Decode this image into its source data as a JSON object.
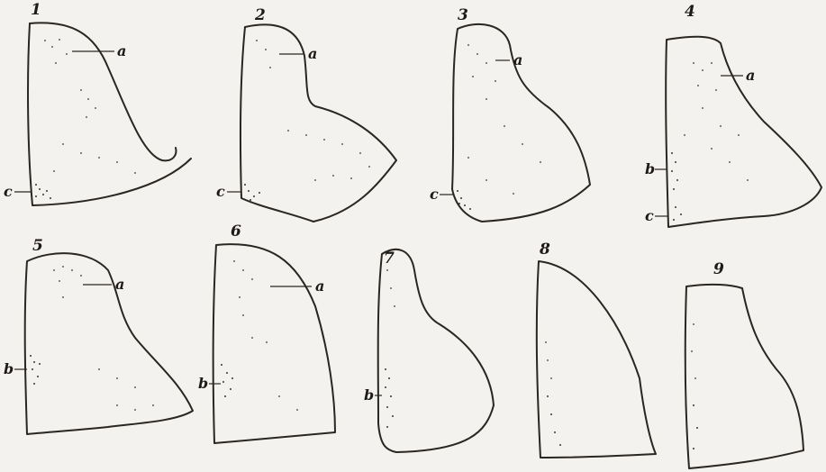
{
  "figures": [
    {
      "number": "1",
      "labels": {
        "a": "a",
        "c": "c"
      }
    },
    {
      "number": "2",
      "labels": {
        "a": "a",
        "c": "c"
      }
    },
    {
      "number": "3",
      "labels": {
        "a": "a",
        "c": "c"
      }
    },
    {
      "number": "4",
      "labels": {
        "a": "a",
        "b": "b",
        "c": "c"
      }
    },
    {
      "number": "5",
      "labels": {
        "a": "a",
        "b": "b"
      }
    },
    {
      "number": "6",
      "labels": {
        "a": "a",
        "b": "b"
      }
    },
    {
      "number": "7",
      "labels": {
        "b": "b"
      }
    },
    {
      "number": "8",
      "labels": {}
    },
    {
      "number": "9",
      "labels": {}
    }
  ]
}
